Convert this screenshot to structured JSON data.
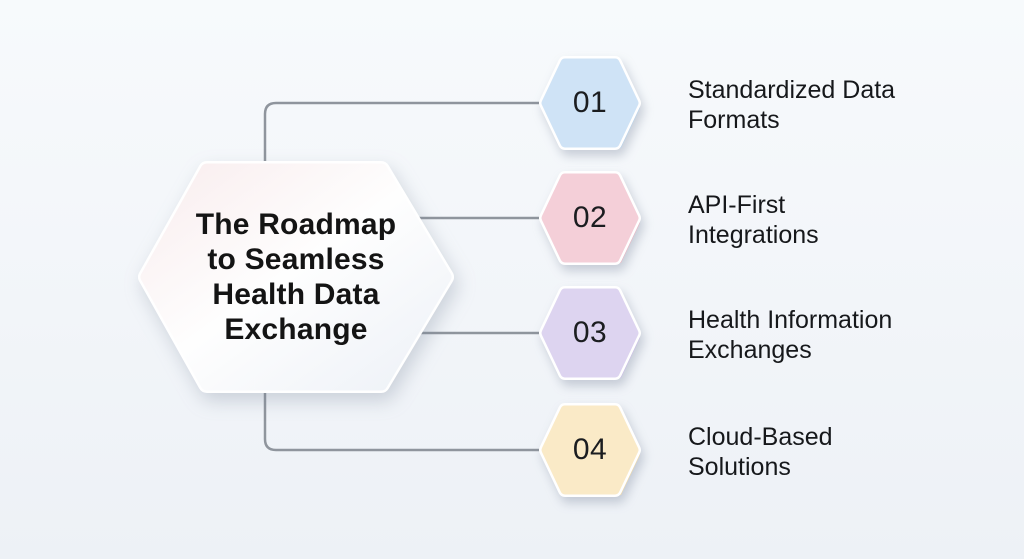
{
  "title": "The Roadmap\nto Seamless\nHealth Data\nExchange",
  "connector_color": "#8f959d",
  "steps": [
    {
      "number": "01",
      "label": "Standardized Data\nFormats",
      "color": "#cfe3f6",
      "color_dark": "#b7d2ec"
    },
    {
      "number": "02",
      "label": "API-First\nIntegrations",
      "color": "#f4cfd8",
      "color_dark": "#e9b5c2"
    },
    {
      "number": "03",
      "label": "Health Information\nExchanges",
      "color": "#ddd4f0",
      "color_dark": "#c9bce6"
    },
    {
      "number": "04",
      "label": "Cloud-Based\nSolutions",
      "color": "#faeac7",
      "color_dark": "#f1dba8"
    }
  ]
}
